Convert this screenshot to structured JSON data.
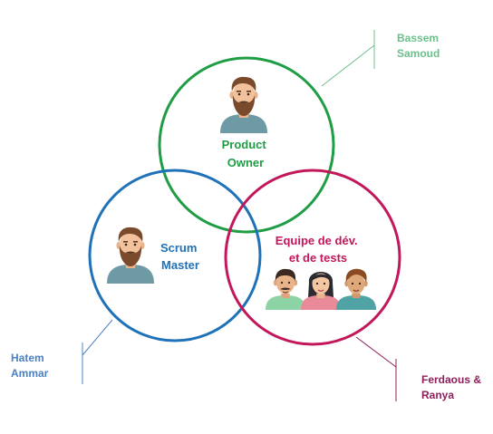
{
  "roles": {
    "product_owner": {
      "line1": "Product",
      "line2": "Owner",
      "color": "#1f9d45",
      "person": "Bassem Samoud",
      "person_line1": "Bassem",
      "person_line2": "Samoud",
      "person_color": "#6cc08a"
    },
    "scrum_master": {
      "line1": "Scrum",
      "line2": "Master",
      "color": "#1f72b8",
      "person": "Hatem Ammar",
      "person_line1": "Hatem",
      "person_line2": "Ammar",
      "person_color": "#4a80c4"
    },
    "dev_team": {
      "line1": "Equipe de dév.",
      "line2": "et de tests",
      "color": "#c2185b",
      "person": "Ferdaous & Ranya",
      "person_line1": "Ferdaous &",
      "person_line2": "Ranya",
      "person_color": "#8e1f5a"
    }
  },
  "icons": {
    "product_owner": "bearded-man-avatar",
    "scrum_master": "bearded-man-avatar",
    "dev_team": [
      "mustache-man-avatar",
      "woman-avatar",
      "young-man-avatar"
    ]
  }
}
